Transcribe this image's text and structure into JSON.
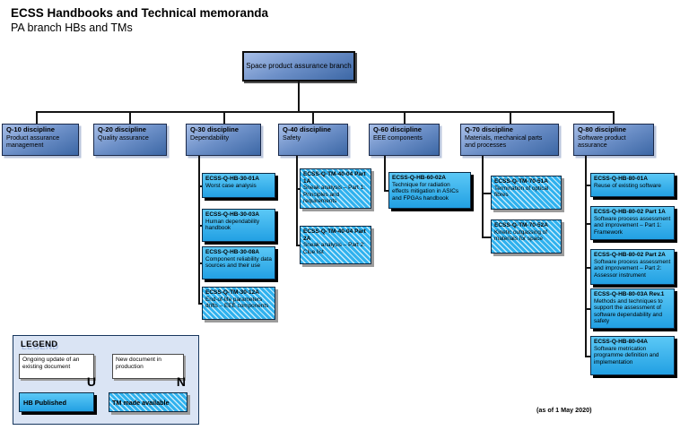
{
  "header": {
    "title": "ECSS Handbooks and Technical memoranda",
    "subtitle": "PA branch HBs and TMs"
  },
  "footnote": "(as of 1 May 2020)",
  "root": {
    "label": "Space product assurance branch"
  },
  "disciplines": [
    {
      "code": "Q-10 discipline",
      "name": "Product assurance management",
      "docs": []
    },
    {
      "code": "Q-20 discipline",
      "name": "Quality assurance",
      "docs": []
    },
    {
      "code": "Q-30 discipline",
      "name": "Dependability",
      "docs": [
        {
          "code": "ECSS-Q-HB-30-01A",
          "title": "Worst case analysis",
          "status": "HB Published"
        },
        {
          "code": "ECSS-Q-HB-30-03A",
          "title": "Human dependability handbook",
          "status": "HB Published"
        },
        {
          "code": "ECSS-Q-HB-30-08A",
          "title": "Component reliability data sources and their use",
          "status": "HB Published"
        },
        {
          "code": "ECSS-Q-TM-30-12A",
          "title": "End-of-life parameters drifts – EEE components",
          "status": "TM made available"
        }
      ]
    },
    {
      "code": "Q-40 discipline",
      "name": "Safety",
      "docs": [
        {
          "code": "ECSS-Q-TM-40-04 Part 1A",
          "title": "Sneak analysis – Part 1: Principles and requirements",
          "status": "TM made available"
        },
        {
          "code": "ECSS-Q-TM-40-04 Part 2A",
          "title": "Sneak analysis – Part 2: Clue list",
          "status": "TM made available"
        }
      ]
    },
    {
      "code": "Q-60 discipline",
      "name": "EEE components",
      "docs": [
        {
          "code": "ECSS-Q-HB-60-02A",
          "title": "Technique for radiation effects mitigation in ASICs and FPGAs handbook",
          "status": "HB Published"
        }
      ]
    },
    {
      "code": "Q-70 discipline",
      "name": "Materials, mechanical parts and processes",
      "docs": [
        {
          "code": "ECSS-Q-TM-70-51A",
          "title": "Termination of optical fibres",
          "status": "TM made available"
        },
        {
          "code": "ECSS-Q-TM-70-52A",
          "title": "Kinetic outgassing of materials for space",
          "status": "TM made available"
        }
      ]
    },
    {
      "code": "Q-80 discipline",
      "name": "Software product assurance",
      "docs": [
        {
          "code": "ECSS-Q-HB-80-01A",
          "title": "Reuse of existing software",
          "status": "HB Published"
        },
        {
          "code": "ECSS-Q-HB-80-02 Part 1A",
          "title": "Software process assessment and improvement – Part 1: Framework",
          "status": "HB Published"
        },
        {
          "code": "ECSS-Q-HB-80-02 Part 2A",
          "title": "Software process assessment and improvement – Part 2: Assessor instrument",
          "status": "HB Published"
        },
        {
          "code": "ECSS-Q-HB-80-03A Rev.1",
          "title": "Methods and techniques to support the assessment of software dependability and safety",
          "status": "HB Published"
        },
        {
          "code": "ECSS-Q-HB-80-04A",
          "title": "Software metrication programme definition and implementation",
          "status": "HB Published"
        }
      ]
    }
  ],
  "legend": {
    "title": "LEGEND",
    "ongoing_update": {
      "label": "Ongoing update of an existing document",
      "marker": "U"
    },
    "new_document": {
      "label": "New document in production",
      "marker": "N"
    },
    "hb_published": "HB Published",
    "tm_available": "TM made available"
  },
  "colors": {
    "discipline_fill_top": "#A7BEE7",
    "discipline_fill_bottom": "#3C67A5",
    "published_fill_top": "#5BC8F6",
    "published_fill_bottom": "#22A0E3",
    "tm_stripe": "#2FB1EE",
    "legend_background": "#DAE4F4"
  }
}
